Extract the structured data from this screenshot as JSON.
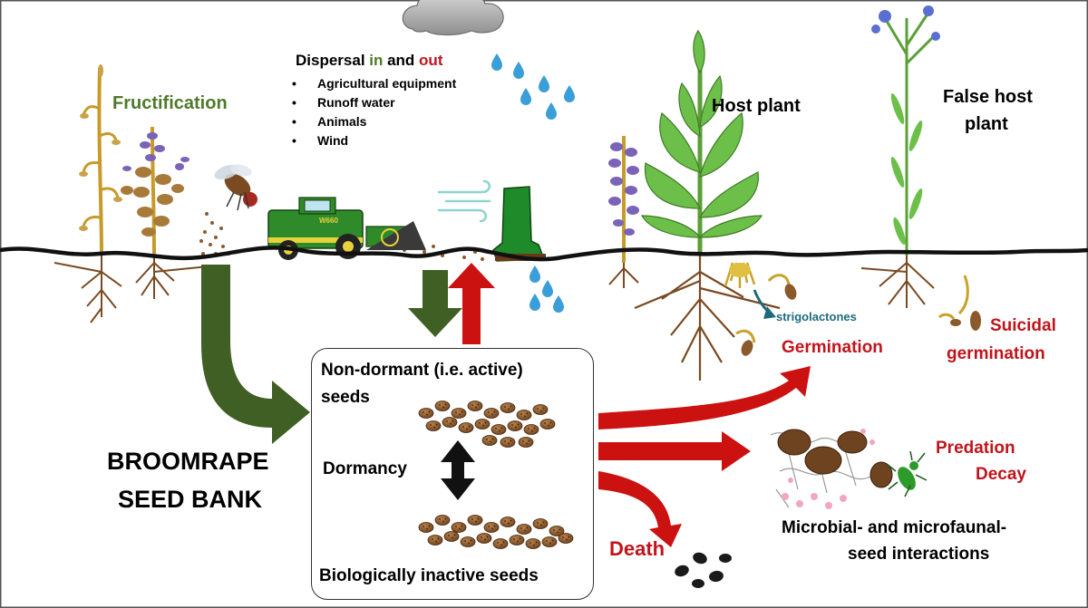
{
  "labels": {
    "fructification": "Fructification",
    "dispersal_prefix": "Dispersal ",
    "dispersal_in": "in",
    "dispersal_and": " and ",
    "dispersal_out": "out",
    "host_plant": "Host plant",
    "false_host_line1": "False host",
    "false_host_line2": "plant",
    "strigolactones": "strigolactones",
    "germination": "Germination",
    "suicidal_line1": "Suicidal",
    "suicidal_line2": "germination",
    "non_dormant_line1": "Non-dormant (i.e. active)",
    "non_dormant_line2": "seeds",
    "dormancy": "Dormancy",
    "inactive": "Biologically inactive seeds",
    "seed_bank_line1": "BROOMRAPE",
    "seed_bank_line2": "SEED BANK",
    "predation": "Predation",
    "decay": "Decay",
    "microbial_line1": "Microbial- and microfaunal-",
    "microbial_line2": "seed interactions",
    "death": "Death",
    "harvester_badge": "W660"
  },
  "dispersal_agents": [
    "Agricultural equipment",
    "Runoff water",
    "Animals",
    "Wind"
  ],
  "colors": {
    "green_text": "#4e7a2a",
    "red_text": "#c0141c",
    "dark_green_arrow": "#3f5f24",
    "red_arrow": "#cc1111",
    "soil_line": "#111111",
    "strigolactone_arrow": "#1d6a7c",
    "seed": "#8a5a2b",
    "rain": "#3a9fd8"
  }
}
